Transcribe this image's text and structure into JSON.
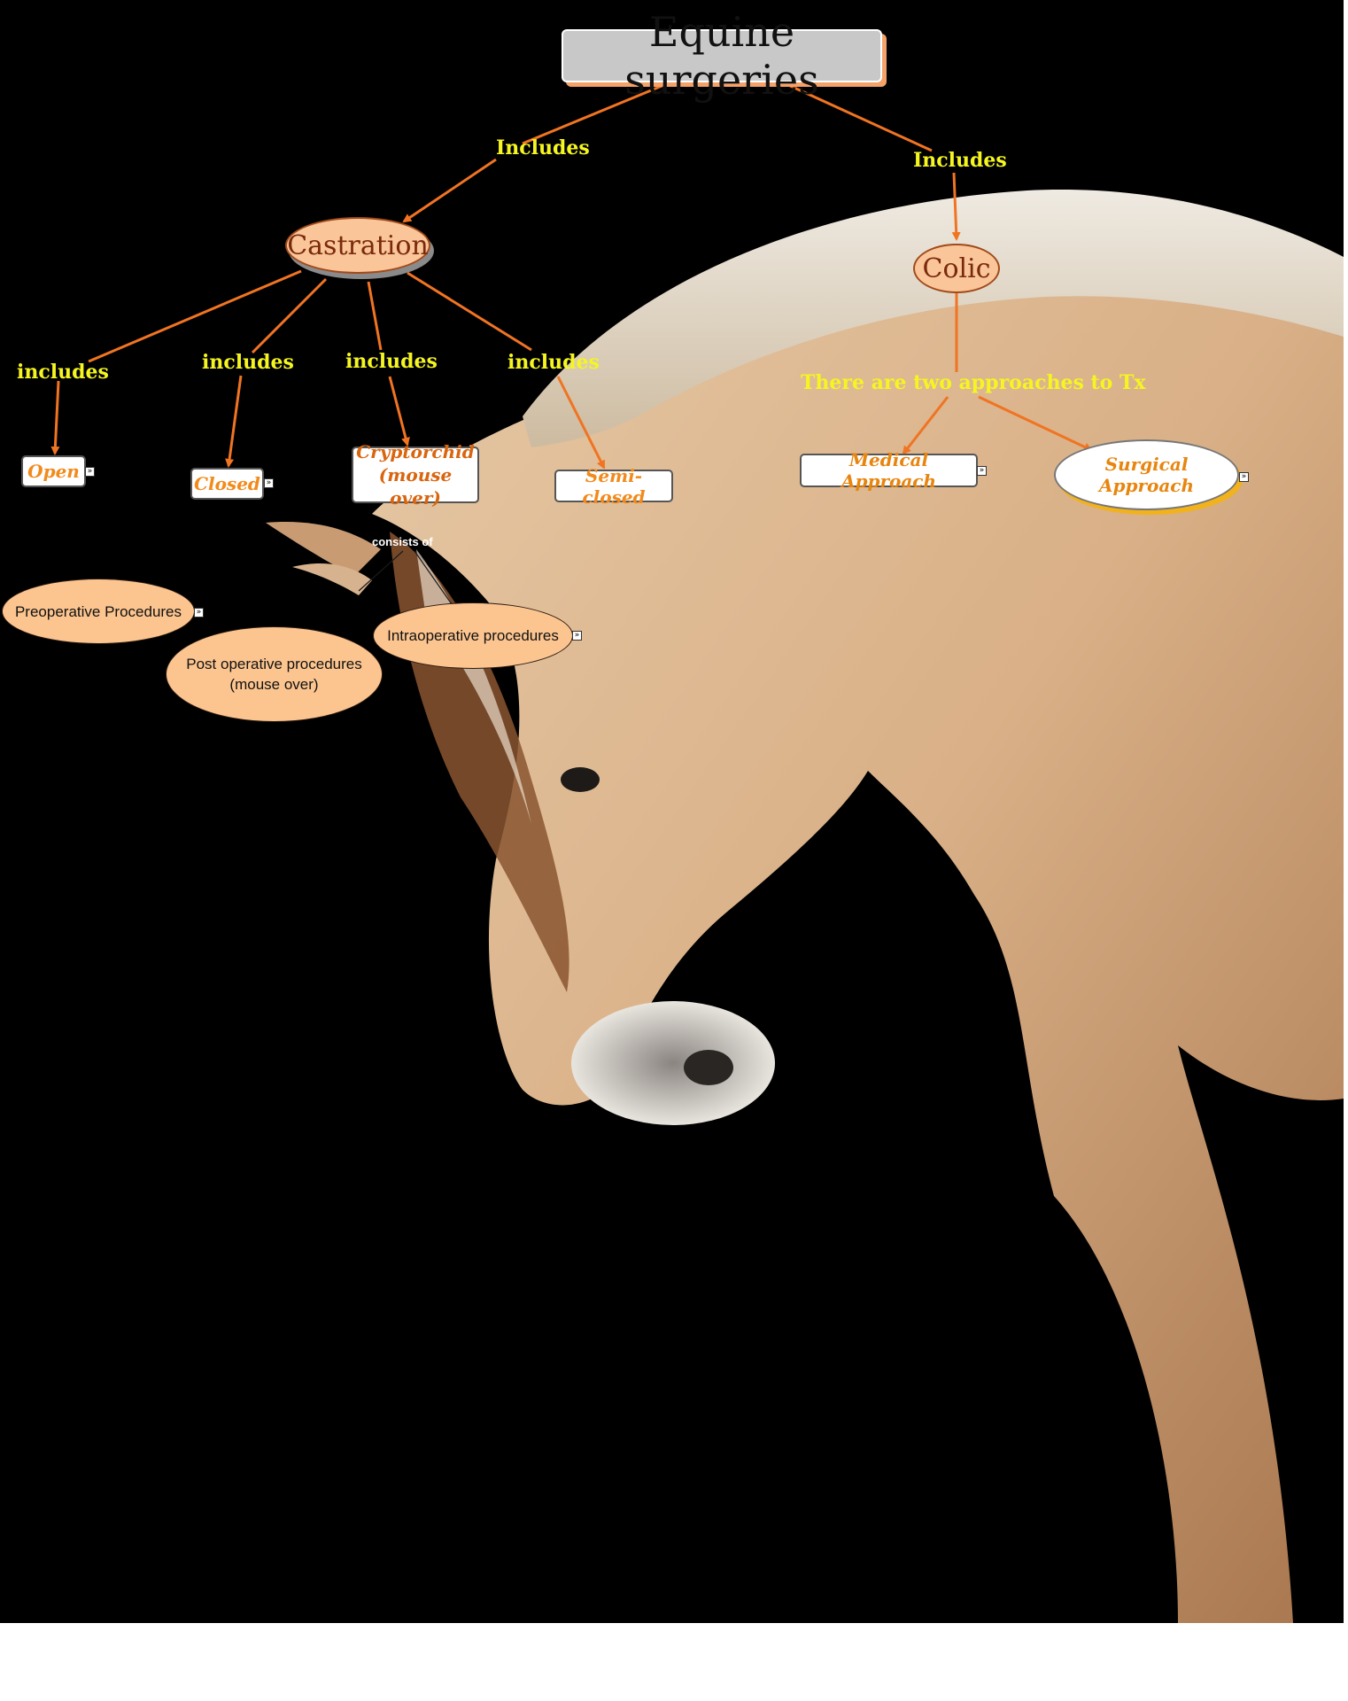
{
  "title": "Equine surgeries",
  "link_labels": {
    "castration_includes": "Includes",
    "colic_includes": "Includes",
    "open_includes": "includes",
    "closed_includes": "includes",
    "crypto_includes": "includes",
    "semi_includes": "includes",
    "colic_approaches": "There are two approaches to Tx",
    "consists_of": "consists of"
  },
  "nodes": {
    "castration": "Castration",
    "colic": "Colic",
    "open": "Open",
    "closed": "Closed",
    "cryptorchid_line1": "Cryptorchid",
    "cryptorchid_line2": "(mouse over)",
    "semi_closed": "Semi-closed",
    "medical_approach": "Medical Approach",
    "surgical_approach": "Surgical Approach",
    "preoperative": "Preoperative Procedures",
    "postoperative_line1": "Post operative procedures",
    "postoperative_line2": "(mouse over)",
    "intraoperative": "Intraoperative procedures"
  },
  "icons": {
    "more": "»"
  },
  "colors": {
    "background": "#000000",
    "connector": "#f07422",
    "label": "#f5f521",
    "node_fill": "#f9c599",
    "leaf_text": "#f28a1c"
  }
}
